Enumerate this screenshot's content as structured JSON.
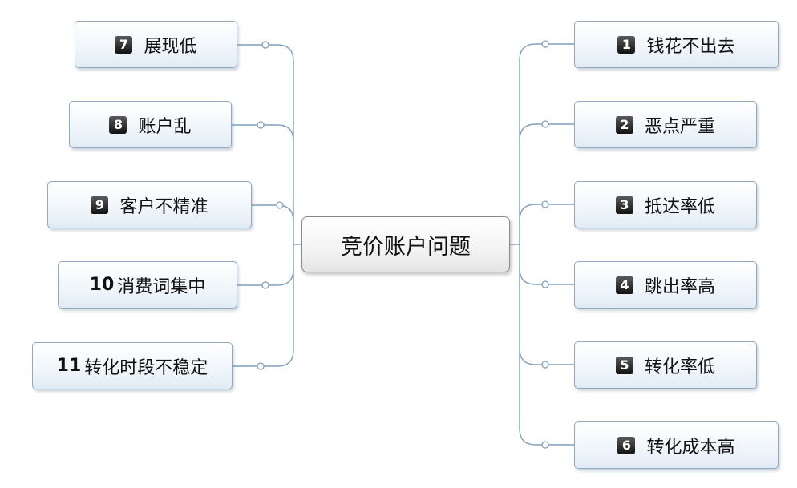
{
  "center": {
    "label": "竞价账户问题"
  },
  "right_topics": [
    {
      "num": "1",
      "label": "钱花不出去"
    },
    {
      "num": "2",
      "label": "恶点严重"
    },
    {
      "num": "3",
      "label": "抵达率低"
    },
    {
      "num": "4",
      "label": "跳出率高"
    },
    {
      "num": "5",
      "label": "转化率低"
    },
    {
      "num": "6",
      "label": "转化成本高"
    }
  ],
  "left_topics": [
    {
      "num": "7",
      "label": "展现低",
      "badge_style": "box"
    },
    {
      "num": "8",
      "label": "账户乱",
      "badge_style": "box"
    },
    {
      "num": "9",
      "label": "客户不精准",
      "badge_style": "box"
    },
    {
      "num": "10",
      "label": "消费词集中",
      "badge_style": "plain"
    },
    {
      "num": "11",
      "label": "转化时段不稳定",
      "badge_style": "plain"
    }
  ],
  "colors": {
    "connector": "#7f9fbf",
    "node_border": "#8fa9c2",
    "badge": "#222222"
  }
}
